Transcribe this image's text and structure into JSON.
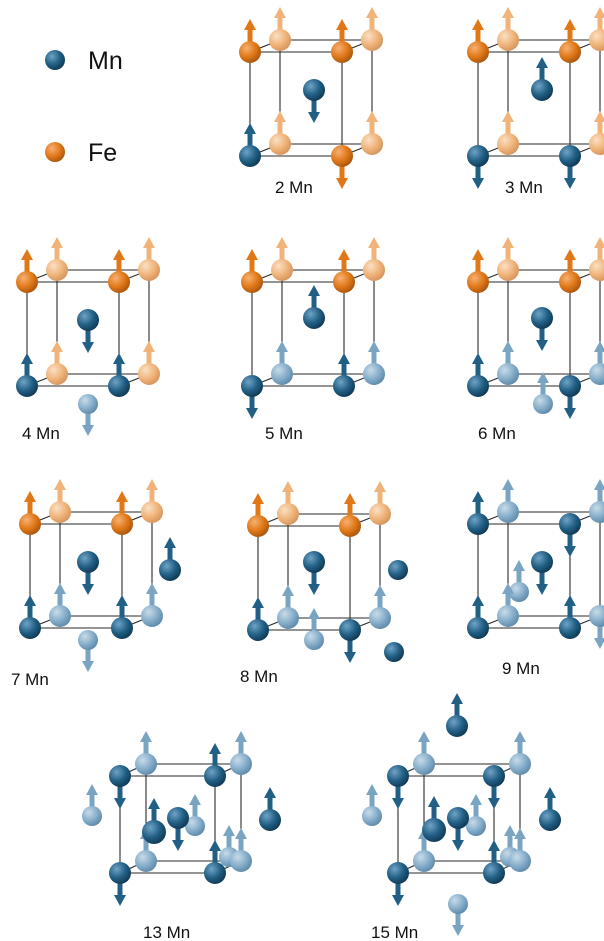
{
  "legend": {
    "items": [
      {
        "label": "Mn",
        "color": "#215f84"
      },
      {
        "label": "Fe",
        "color": "#e07818"
      }
    ]
  },
  "colors": {
    "mn": "#215f84",
    "mn_pale": "#7aa5c2",
    "fe": "#e07818",
    "fe_pale": "#f0b47a",
    "edge": "#2a2a2a"
  },
  "panels": [
    {
      "label": "2 Mn",
      "mn_count": 2
    },
    {
      "label": "3 Mn",
      "mn_count": 3
    },
    {
      "label": "4 Mn",
      "mn_count": 4
    },
    {
      "label": "5 Mn",
      "mn_count": 5
    },
    {
      "label": "6 Mn",
      "mn_count": 6
    },
    {
      "label": "7 Mn",
      "mn_count": 7
    },
    {
      "label": "8 Mn",
      "mn_count": 8
    },
    {
      "label": "9 Mn",
      "mn_count": 9
    },
    {
      "label": "13 Mn",
      "mn_count": 13
    },
    {
      "label": "15 Mn",
      "mn_count": 15
    }
  ]
}
